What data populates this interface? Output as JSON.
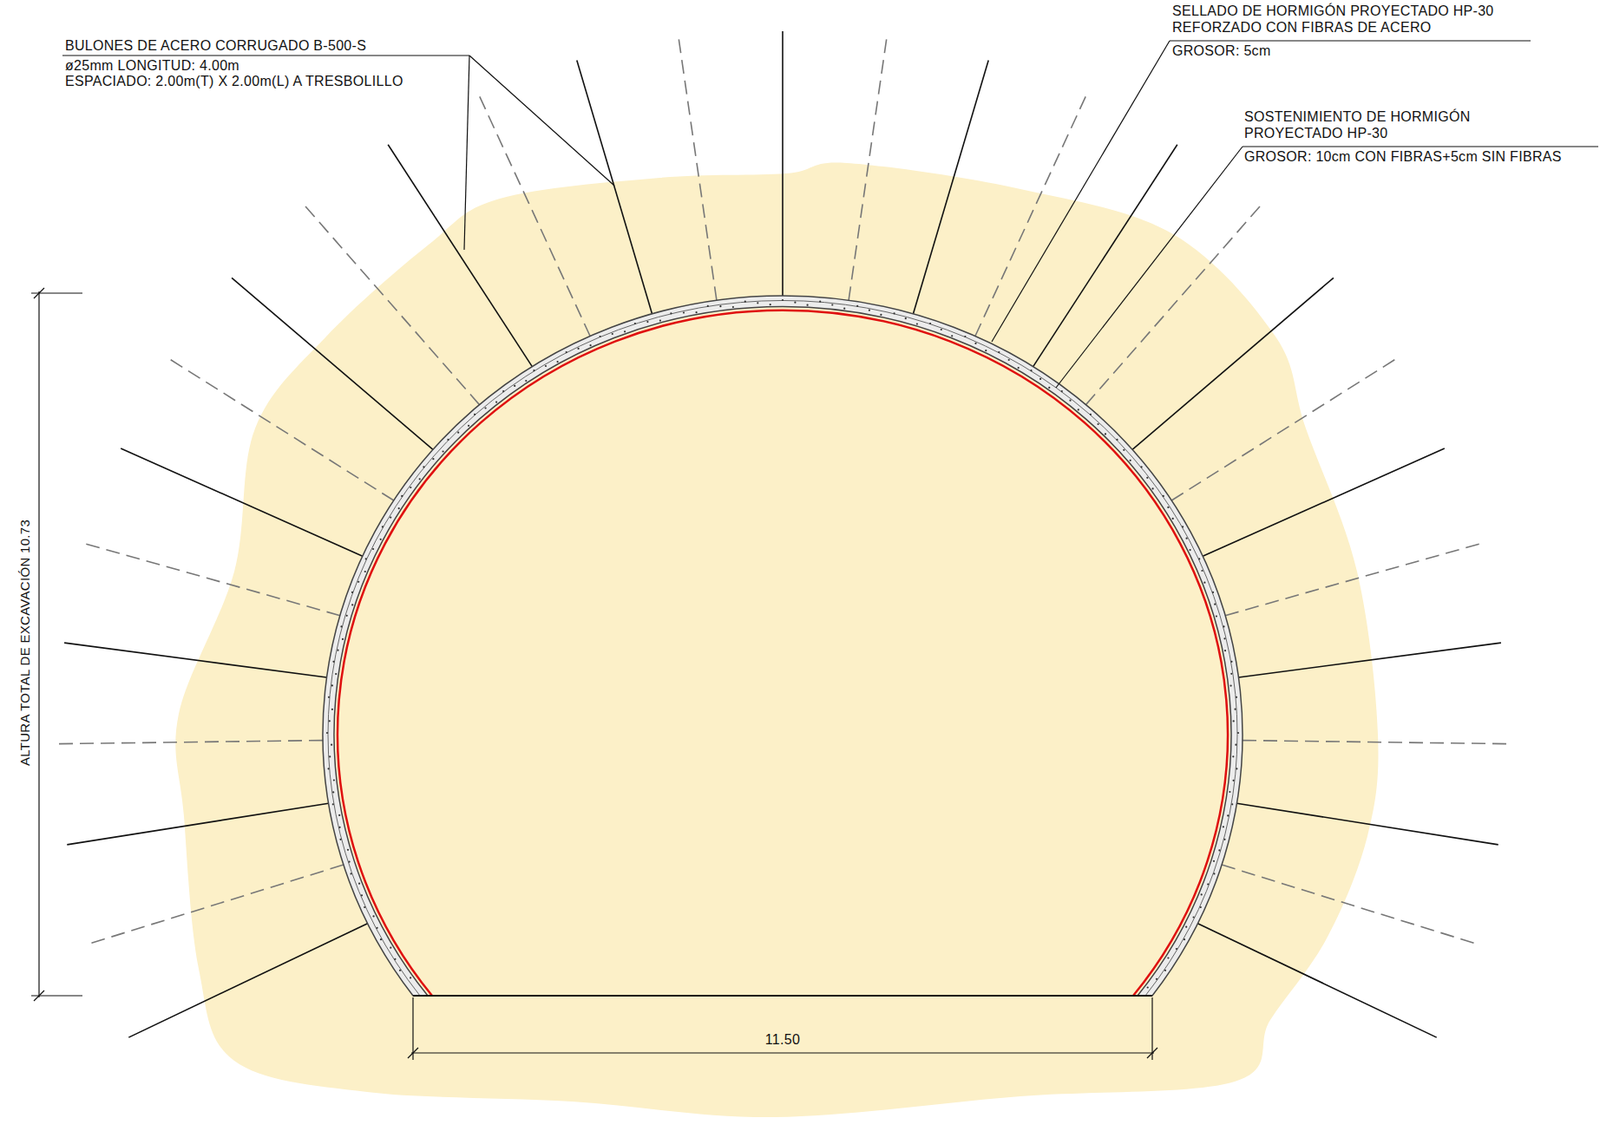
{
  "diagram": {
    "labels": [
      "BULONES DE ACERO CORRUGADO B-500-S",
      "ø25mm LONGITUD: 4.00m",
      "ESPACIADO: 2.00m(T) X 2.00m(L) A TRESBOLILLO",
      "SELLADO DE HORMIGÓN PROYECTADO HP-30",
      "REFORZADO CON FIBRAS DE ACERO",
      "GROSOR: 5cm",
      "SOSTENIMIENTO DE HORMIGÓN",
      "PROYECTADO HP-30",
      "GROSOR: 10cm CON FIBRAS+5cm SIN FIBRAS",
      "ALTURA TOTAL DE EXCAVACIÓN 10.73",
      "11.50"
    ]
  }
}
